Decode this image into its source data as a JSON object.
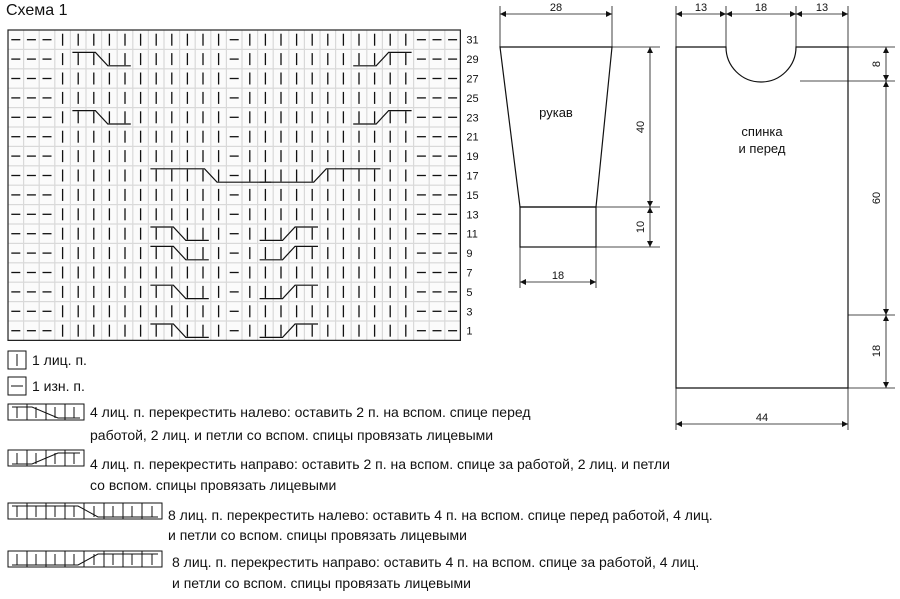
{
  "scheme": {
    "title": "Схема 1",
    "rows_per_block": 16,
    "cols": 29,
    "row_labels": [
      "31",
      "29",
      "27",
      "25",
      "23",
      "21",
      "19",
      "17",
      "15",
      "13",
      "11",
      "9",
      "7",
      "5",
      "3",
      "1"
    ]
  },
  "legend": {
    "knit": "1 лиц. п.",
    "purl": "1 изн. п.",
    "cross4_left_1": "4 лиц. п. перекрестить налево: оставить 2 п. на вспом. спице перед",
    "cross4_left_2": "работой, 2 лиц. и петли со вспом. спицы провязать лицевыми",
    "cross4_right_1": "4 лиц. п. перекрестить направо: оставить 2 п. на вспом. спице за работой, 2 лиц. и петли",
    "cross4_right_2": "со вспом. спицы провязать лицевыми",
    "cross8_left_1": "8 лиц. п. перекрестить налево: оставить 4 п. на вспом. спице перед работой, 4 лиц.",
    "cross8_left_2": "и петли со вспом. спицы провязать лицевыми",
    "cross8_right_1": "8 лиц. п. перекрестить направо: оставить 4 п. на вспом. спице за работой, 4 лиц.",
    "cross8_right_2": "и петли со вспом. спицы провязать лицевыми"
  },
  "sleeve": {
    "label": "рукав",
    "top_width": "28",
    "bottom_width": "18",
    "height_main": "40",
    "height_cuff": "10"
  },
  "body_piece": {
    "label_1": "спинка",
    "label_2": "и перед",
    "shoulder_left": "13",
    "neck": "18",
    "shoulder_right": "13",
    "neck_depth": "8",
    "height_upper": "60",
    "height_lower": "18",
    "bottom_width": "44"
  }
}
